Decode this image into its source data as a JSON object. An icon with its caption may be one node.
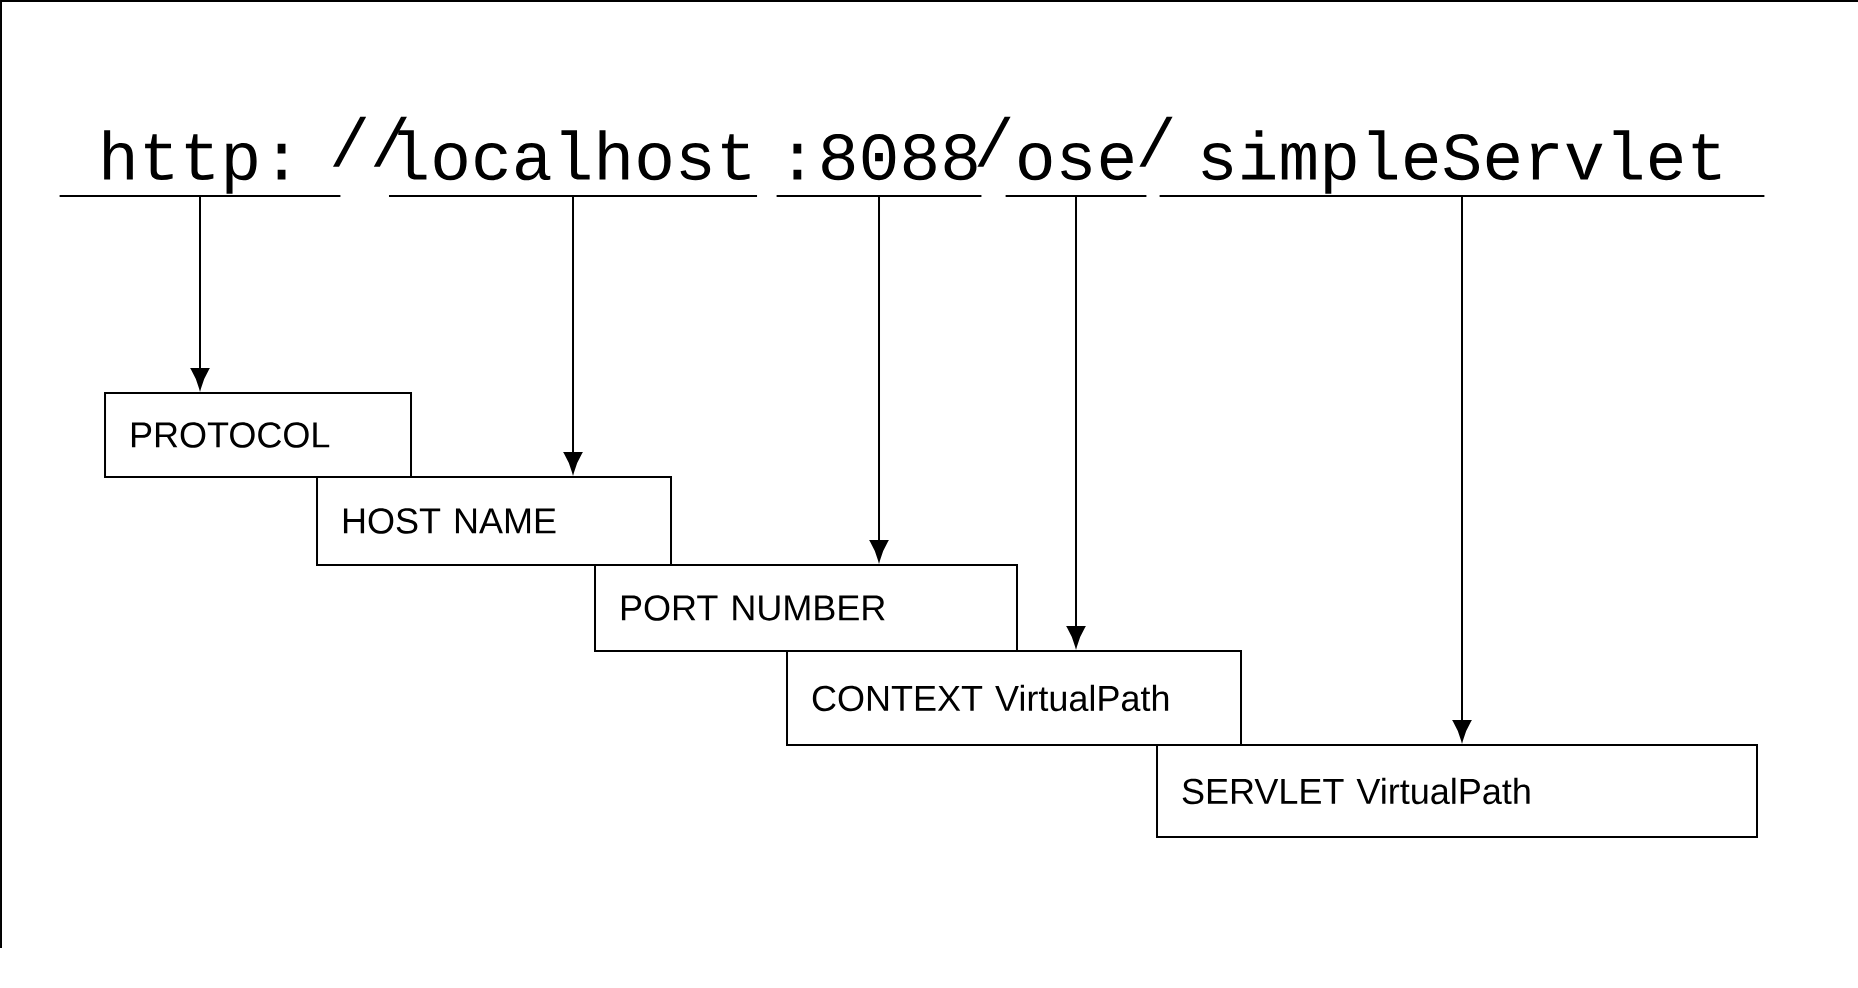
{
  "diagram": {
    "nodes": [
      {
        "text": [
          "http:"
        ]
      },
      {
        "text": [
          "localhost"
        ]
      },
      {
        "text": [
          ":8088"
        ]
      },
      {
        "text": [
          "ose"
        ]
      },
      {
        "text": [
          "simpleServlet"
        ]
      },
      {
        "text": [
          "PROTOCOL"
        ]
      },
      {
        "text": [
          "HOST NAME"
        ]
      },
      {
        "text": [
          "PORT NUMBER"
        ]
      },
      {
        "text": [
          "CONTEXT VirtualPath"
        ]
      },
      {
        "text": [
          "SERVLET VirtualPath"
        ]
      }
    ],
    "edges": [
      {
        "from": 0,
        "to": 5,
        "arrow": "to"
      },
      {
        "from": 1,
        "to": 6,
        "arrow": "to"
      },
      {
        "from": 2,
        "to": 7,
        "arrow": "to"
      },
      {
        "from": 3,
        "to": 8,
        "arrow": "to"
      },
      {
        "from": 4,
        "to": 9,
        "arrow": "to"
      }
    ],
    "labels": [
      "//",
      "/",
      "/"
    ]
  }
}
